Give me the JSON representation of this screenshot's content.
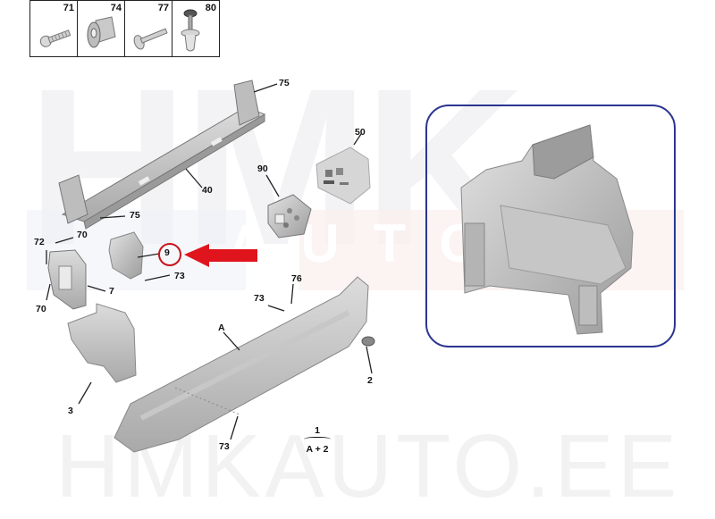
{
  "watermark": {
    "top_text": "HMK",
    "middle_text": "AUTO",
    "bottom_text": "HMKAUTO.EE"
  },
  "fastener_inset": {
    "items": [
      {
        "number": "71",
        "icon": "screw-icon"
      },
      {
        "number": "74",
        "icon": "clip-nut-icon"
      },
      {
        "number": "77",
        "icon": "flange-bolt-icon"
      },
      {
        "number": "80",
        "icon": "push-rivet-icon"
      }
    ]
  },
  "callouts": {
    "reinforcement_beam": "40",
    "beam_bolt_top": "75",
    "beam_bolt_bottom": "75",
    "module_50": "50",
    "module_90": "90",
    "bracket_screw_top": "70",
    "bracket_screw_bottom": "70",
    "bracket_pin": "72",
    "side_bracket": "7",
    "highlighted_bracket": "9",
    "bracket_9_screw": "73",
    "corner_trim": "3",
    "bumper_cover": "A",
    "bumper_screw_top": "73",
    "bumper_screw_bottom": "73",
    "bumper_clip": "76",
    "tow_cover": "2"
  },
  "assembly_note": {
    "assembly_number": "1",
    "composition": "A + 2"
  },
  "highlight": {
    "part_number": "9",
    "ring_color": "#c8141c",
    "arrow_color": "#e0141c",
    "detail_frame_color": "#2b3590"
  }
}
